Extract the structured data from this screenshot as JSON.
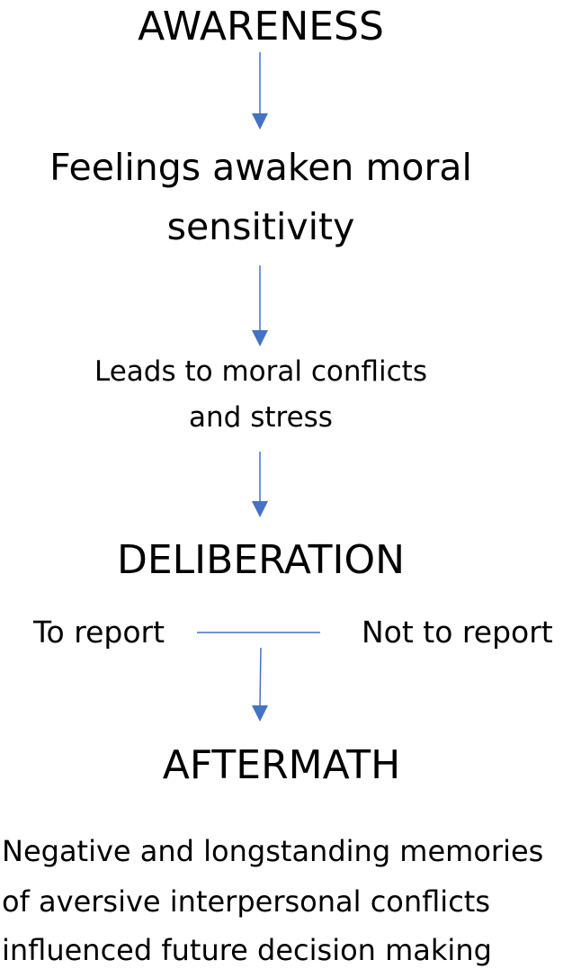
{
  "diagram": {
    "stages": {
      "awareness": "AWARENESS",
      "deliberation": "DELIBERATION",
      "aftermath": "AFTERMATH"
    },
    "awareness_detail": [
      "Feelings awaken moral",
      "sensitivity"
    ],
    "awareness_consequence": [
      "Leads to moral conflicts",
      "and stress"
    ],
    "deliberation_options": {
      "left": "To report",
      "right": "Not to report"
    },
    "aftermath_detail": [
      "Negative and longstanding memories",
      "of aversive interpersonal conflicts",
      "influenced future decision making"
    ],
    "colors": {
      "arrow": "#4472C4",
      "text": "#000000",
      "background": "#FFFFFF"
    }
  }
}
